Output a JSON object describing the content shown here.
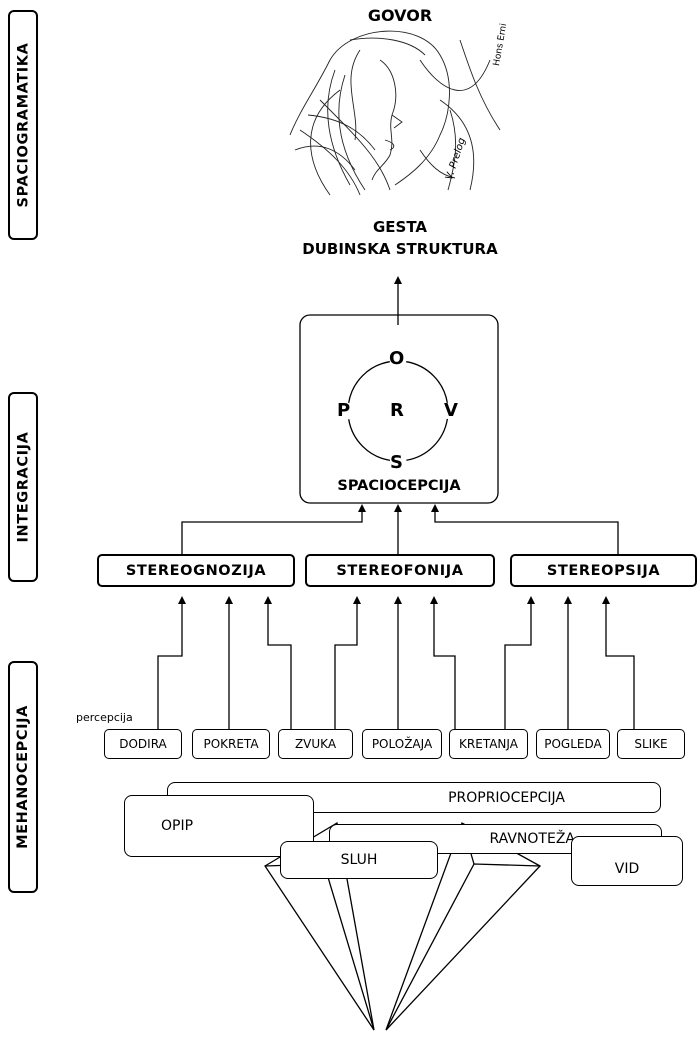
{
  "side_labels": {
    "top": "SPACIOGRAMATIKA",
    "middle": "INTEGRACIJA",
    "bottom": "MEHANOCEPCIJA"
  },
  "top": {
    "title": "GOVOR",
    "sketch_signature_1": "Hons Erni",
    "sketch_signature_2": "V. Prelog",
    "gesta_line1": "GESTA",
    "gesta_line2": "DUBINSKA STRUKTURA"
  },
  "integration": {
    "letters": {
      "top": "O",
      "left": "P",
      "center": "R",
      "right": "V",
      "bottom": "S"
    },
    "label": "SPACIOCEPCIJA"
  },
  "stereo": [
    "STEREOGNOZIJA",
    "STEREOFONIJA",
    "STEREOPSIJA"
  ],
  "perception_label": "percepcija",
  "perceptions": [
    "DODIRA",
    "POKRETA",
    "ZVUKA",
    "POLOŽAJA",
    "KRETANJA",
    "POGLEDA",
    "SLIKE"
  ],
  "modalities": {
    "propriocepcija": "PROPRIOCEPCIJA",
    "opip": "OPIP",
    "ravnoteza": "RAVNOTEŽA",
    "sluh": "SLUH",
    "vid": "VID"
  }
}
